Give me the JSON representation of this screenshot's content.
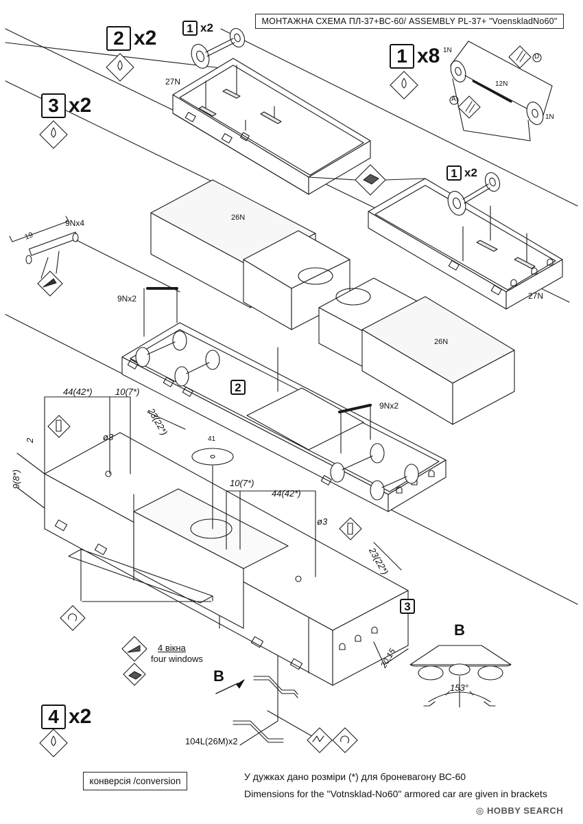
{
  "title": "МОНТАЖНА СХЕМА ПЛ-37+ВС-60/ ASSEMBLY PL-37+ \"VoenskladNo60\"",
  "steps": [
    {
      "num": "2",
      "mult": "x2"
    },
    {
      "num": "3",
      "mult": "x2"
    },
    {
      "num": "1",
      "mult": "x8"
    },
    {
      "num": "4",
      "mult": "x2"
    }
  ],
  "small_steps": [
    {
      "num": "1",
      "mult": "x2"
    },
    {
      "num": "1",
      "mult": "x2"
    }
  ],
  "callouts": {
    "a": "A",
    "d": "D",
    "part2": "2",
    "part3": "3"
  },
  "parts": {
    "p27n_a": "27N",
    "p27n_b": "27N",
    "p26n_a": "26N",
    "p26n_b": "26N",
    "p1n_a": "1N",
    "p1n_b": "1N",
    "p12n": "12N",
    "p9n_x4": "9Nx4",
    "p9n_x2_a": "9Nx2",
    "p9n_x2_b": "9Nx2",
    "p41": "41",
    "p104": "104L(26M)x2"
  },
  "dims": {
    "d19": "19",
    "d44_a": "44(42*)",
    "d10_a": "10(7*)",
    "d23_a": "23(22*)",
    "d3_a": "ø3",
    "d2": "2",
    "d9": "9(8*)",
    "d10_b": "10(7*)",
    "d44_b": "44(42*)",
    "d3_b": "ø3",
    "d23_b": "23(22*)",
    "d2015": "20,15",
    "angle": "153°"
  },
  "windows": {
    "uk": "4  вікна",
    "en": "four windows"
  },
  "view_b_label": "B",
  "view_b_title": "B",
  "conversion": "конверсія /conversion",
  "note_uk": "У дужках дано розміри (*) для броневагону ВС-60",
  "note_en": "Dimensions for the \"Votnsklad-No60\" armored car are given in brackets",
  "watermark": {
    "brand": "HOBBY SEARCH"
  },
  "colors": {
    "line": "#1a1a1a",
    "fill": "#ffffff",
    "panel": "#f2f2f2"
  }
}
